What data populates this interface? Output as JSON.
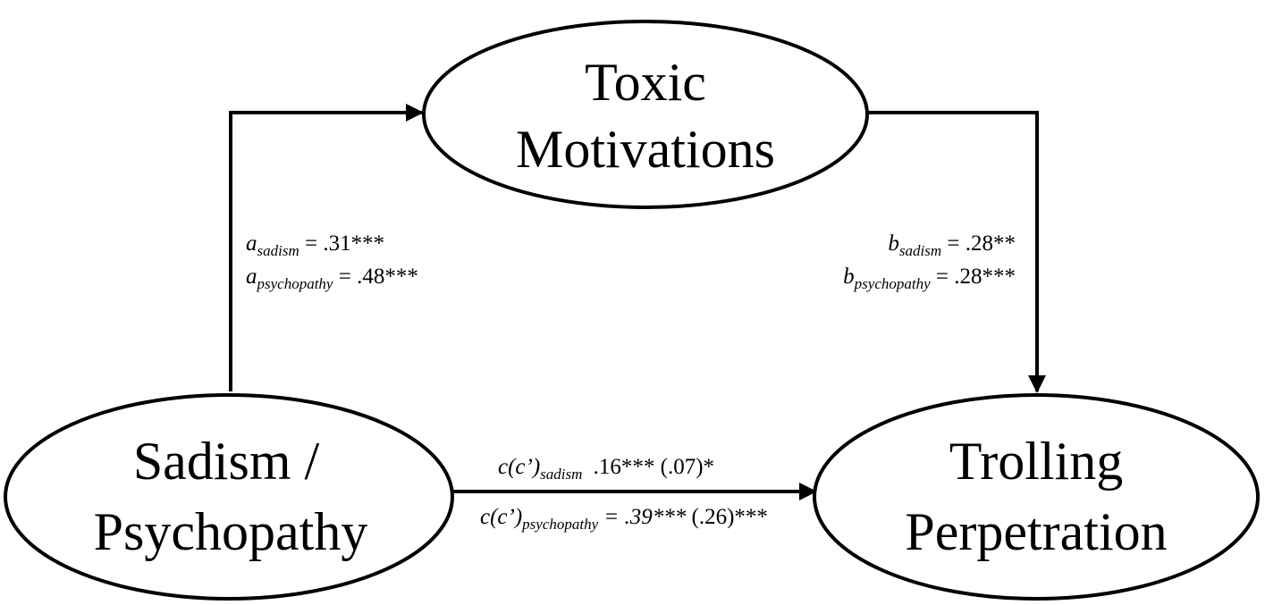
{
  "nodes": {
    "toxic": {
      "line1": "Toxic",
      "line2": "Motivations"
    },
    "predictor": {
      "line1": "Sadism /",
      "line2": "Psychopathy"
    },
    "outcome": {
      "line1": "Trolling",
      "line2": "Perpetration"
    }
  },
  "paths": {
    "a_sadism": {
      "symbol": "a",
      "sub": "sadism",
      "value": " = .31***"
    },
    "a_psychopathy": {
      "symbol": "a",
      "sub": "psychopathy",
      "value": " = .48***"
    },
    "b_sadism": {
      "symbol": "b",
      "sub": "sadism",
      "value": " = .28**"
    },
    "b_psychopathy": {
      "symbol": "b",
      "sub": "psychopathy",
      "value": " = .28***"
    },
    "c_sadism": {
      "symbol": "c(c’)",
      "sub": "sadism",
      "value": " .16***",
      "value2": " (.07)*"
    },
    "c_psychopathy": {
      "symbol": "c(c’)",
      "sub": "psychopathy",
      "value": " = .39***",
      "value2": " (.26)***"
    }
  }
}
